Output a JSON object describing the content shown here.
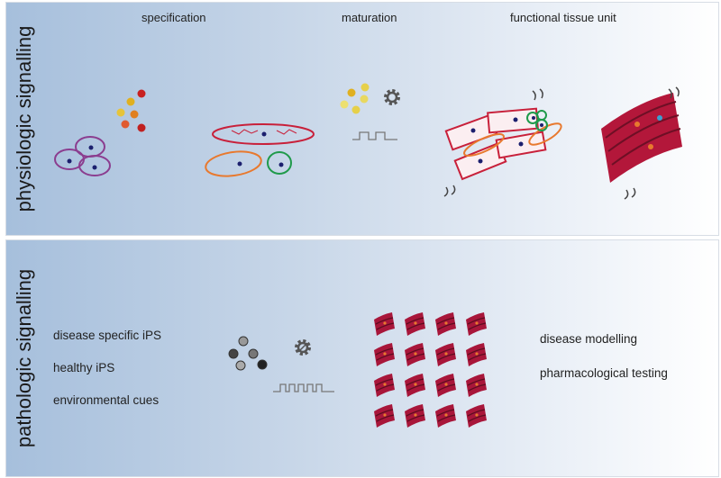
{
  "physiologic": {
    "side_label": "physiologic signalling",
    "headers": [
      "specification",
      "maturation",
      "functional tissue unit"
    ]
  },
  "pathologic": {
    "side_label": "pathologic signalling",
    "inputs": [
      "disease specific iPS",
      "healthy iPS",
      "environmental cues"
    ],
    "outputs": [
      "disease modelling",
      "pharmacological testing"
    ]
  },
  "colors": {
    "cell_purple": "#8b3d8f",
    "cell_red": "#c8203a",
    "cell_orange": "#e8792e",
    "cell_green": "#1f9a4a",
    "nucleus": "#1b1f6e",
    "tissue": "#b3173a",
    "gear": "#555555"
  }
}
